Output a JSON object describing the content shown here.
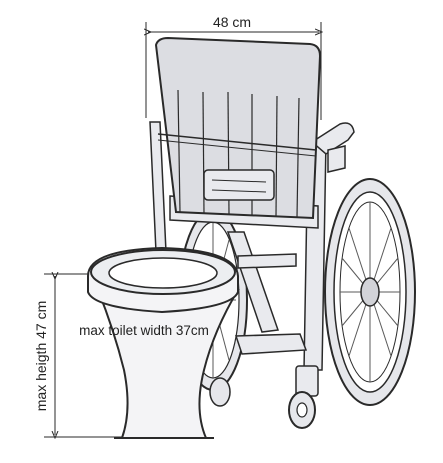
{
  "dimensions": {
    "width_label": "48 cm",
    "height_label": "max heigth 47 cm",
    "toilet_width_label": "max toilet width 37cm"
  },
  "colors": {
    "line": "#2a2a2a",
    "frame_fill": "#e9eaee",
    "backrest_fill": "#dcdde2",
    "toilet_fill": "#f4f4f6",
    "wheel_fill": "#e6e7eb",
    "spoke": "#5a5a5a"
  }
}
